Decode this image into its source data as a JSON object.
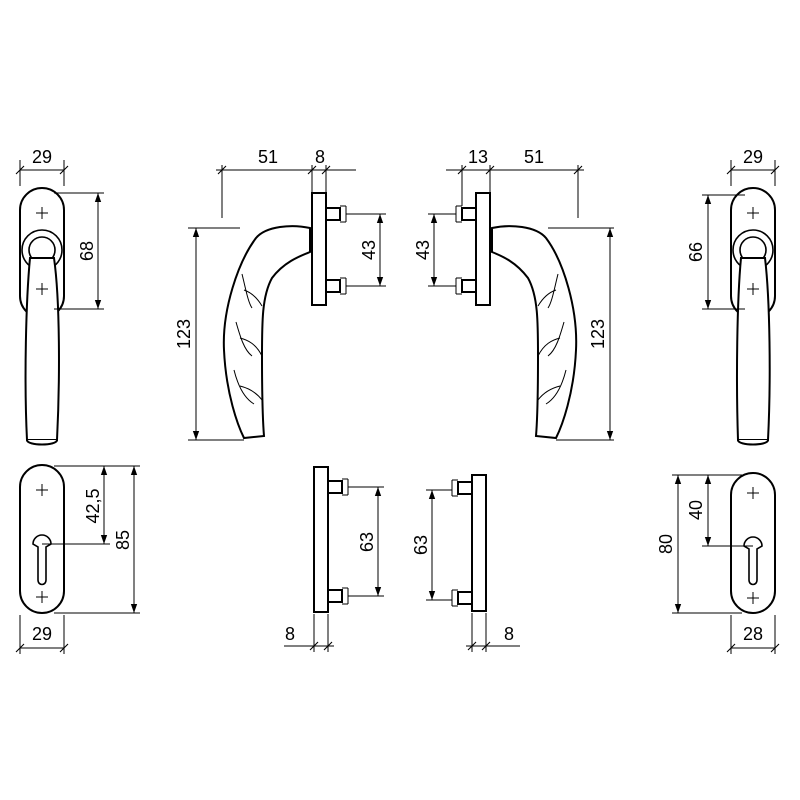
{
  "dimensions": {
    "handle_left_width": "29",
    "handle_left_hole_spacing": "68",
    "side_left_projection": "51",
    "side_left_plate_depth": "8",
    "side_left_height": "123",
    "side_left_spindle_spacing": "43",
    "side_right_plate_depth": "13",
    "side_right_projection": "51",
    "side_right_spindle_spacing": "43",
    "side_right_height": "123",
    "handle_right_width": "29",
    "handle_right_hole_spacing": "66",
    "rosette_left_hole_to_cylinder": "42,5",
    "rosette_left_height": "85",
    "rosette_left_width": "29",
    "rosette_side_left_spacing": "63",
    "rosette_side_left_depth": "8",
    "rosette_side_right_spacing": "63",
    "rosette_side_right_depth": "8",
    "rosette_right_height": "80",
    "rosette_right_hole_to_cylinder": "40",
    "rosette_right_width": "28"
  },
  "colors": {
    "line": "#000000",
    "background": "#ffffff"
  }
}
